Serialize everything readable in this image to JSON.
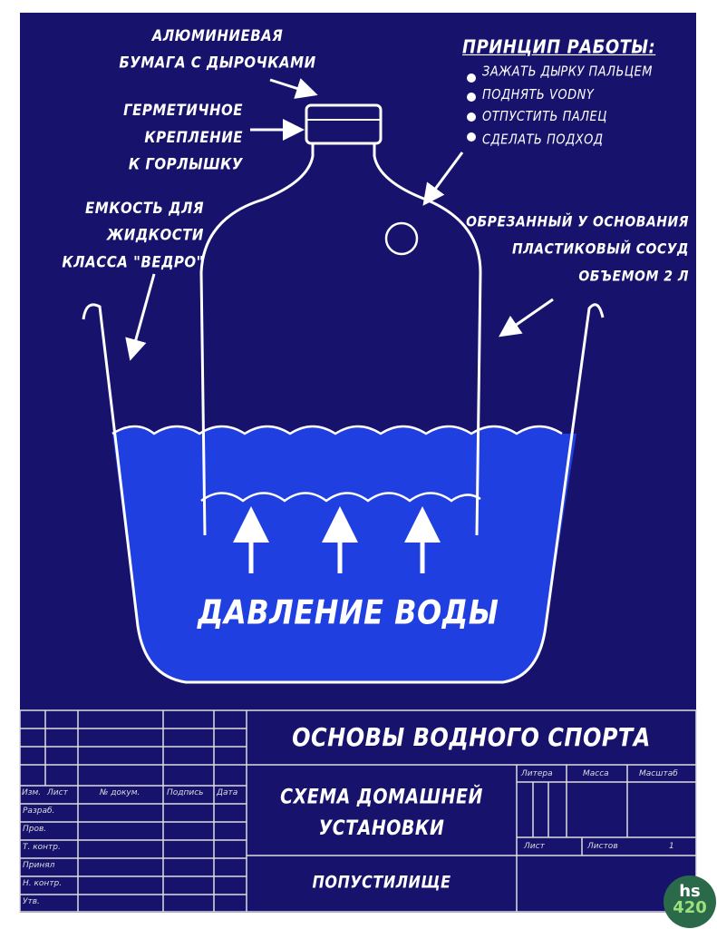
{
  "labels": {
    "foil": [
      "АЛЮМИНИЕВАЯ",
      "БУМАГА С ДЫРОЧКАМИ"
    ],
    "seal": [
      "ГЕРМЕТИЧНОЕ",
      "КРЕПЛЕНИЕ",
      "К ГОРЛЫШКУ"
    ],
    "container": [
      "ЕМКОСТЬ ДЛЯ",
      "ЖИДКОСТИ",
      "КЛАССА \"ВЕДРО\""
    ],
    "bottle": [
      "ОБРЕЗАННЫЙ У ОСНОВАНИЯ",
      "ПЛАСТИКОВЫЙ СОСУД",
      "ОБЪЕМОМ 2 Л"
    ],
    "pressure": "ДАВЛЕНИЕ ВОДЫ"
  },
  "principle": {
    "title": "ПРИНЦИП РАБОТЫ:",
    "steps": [
      "ЗАЖАТЬ ДЫРКУ ПАЛЬЦЕМ",
      "ПОДНЯТЬ VODNY",
      "ОТПУСТИТЬ ПАЛЕЦ",
      "СДЕЛАТЬ ПОДХОД"
    ]
  },
  "title_block": {
    "title": "ОСНОВЫ ВОДНОГО СПОРТА",
    "subtitle": [
      "СХЕМА ДОМАШНЕЙ",
      "УСТАНОВКИ"
    ],
    "org": "ПОПУСТИЛИЩЕ",
    "header_cols": [
      "Изм.",
      "Лист",
      "№ докум.",
      "Подпись",
      "Дата"
    ],
    "rows": [
      "Разраб.",
      "Пров.",
      "Т. контр.",
      "Принял",
      "Н. контр.",
      "Утв."
    ],
    "right_headers": [
      "Литера",
      "Масса",
      "Масштаб"
    ],
    "sheet_label": "Лист",
    "sheets_label": "Листов",
    "sheets_count": "1"
  },
  "logo": {
    "top": "hs",
    "bottom": "420"
  },
  "colors": {
    "background": "#17126c",
    "water": "#1f3fe0",
    "line": "#ffffff",
    "logo": "#2a6a4a"
  }
}
